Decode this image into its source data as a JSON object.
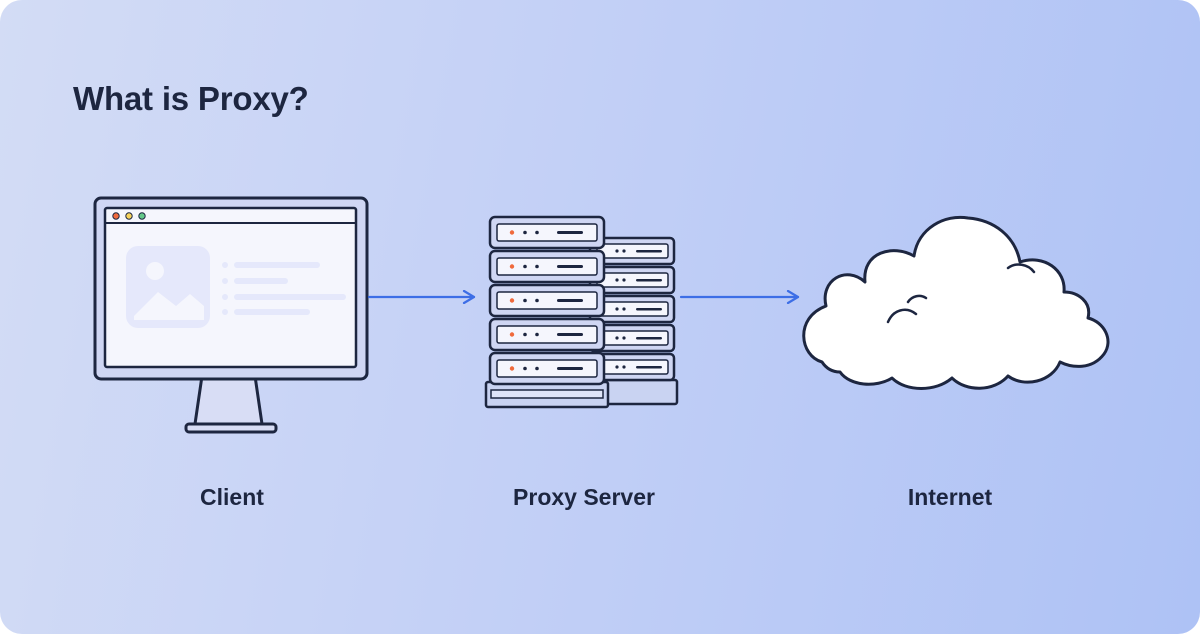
{
  "diagram": {
    "title": "What is Proxy?",
    "nodes": [
      {
        "id": "client",
        "label": "Client",
        "icon": "monitor-icon"
      },
      {
        "id": "proxy",
        "label": "Proxy Server",
        "icon": "server-rack-icon"
      },
      {
        "id": "internet",
        "label": "Internet",
        "icon": "cloud-icon"
      }
    ],
    "edges": [
      {
        "from": "client",
        "to": "proxy"
      },
      {
        "from": "proxy",
        "to": "internet"
      }
    ],
    "colors": {
      "outline": "#1d2640",
      "arrow": "#3d6ee6",
      "panel": "#cfd6f3",
      "screen": "#f5f6fd",
      "placeholder": "#e5e8fb",
      "led": "#f06a3c"
    }
  }
}
